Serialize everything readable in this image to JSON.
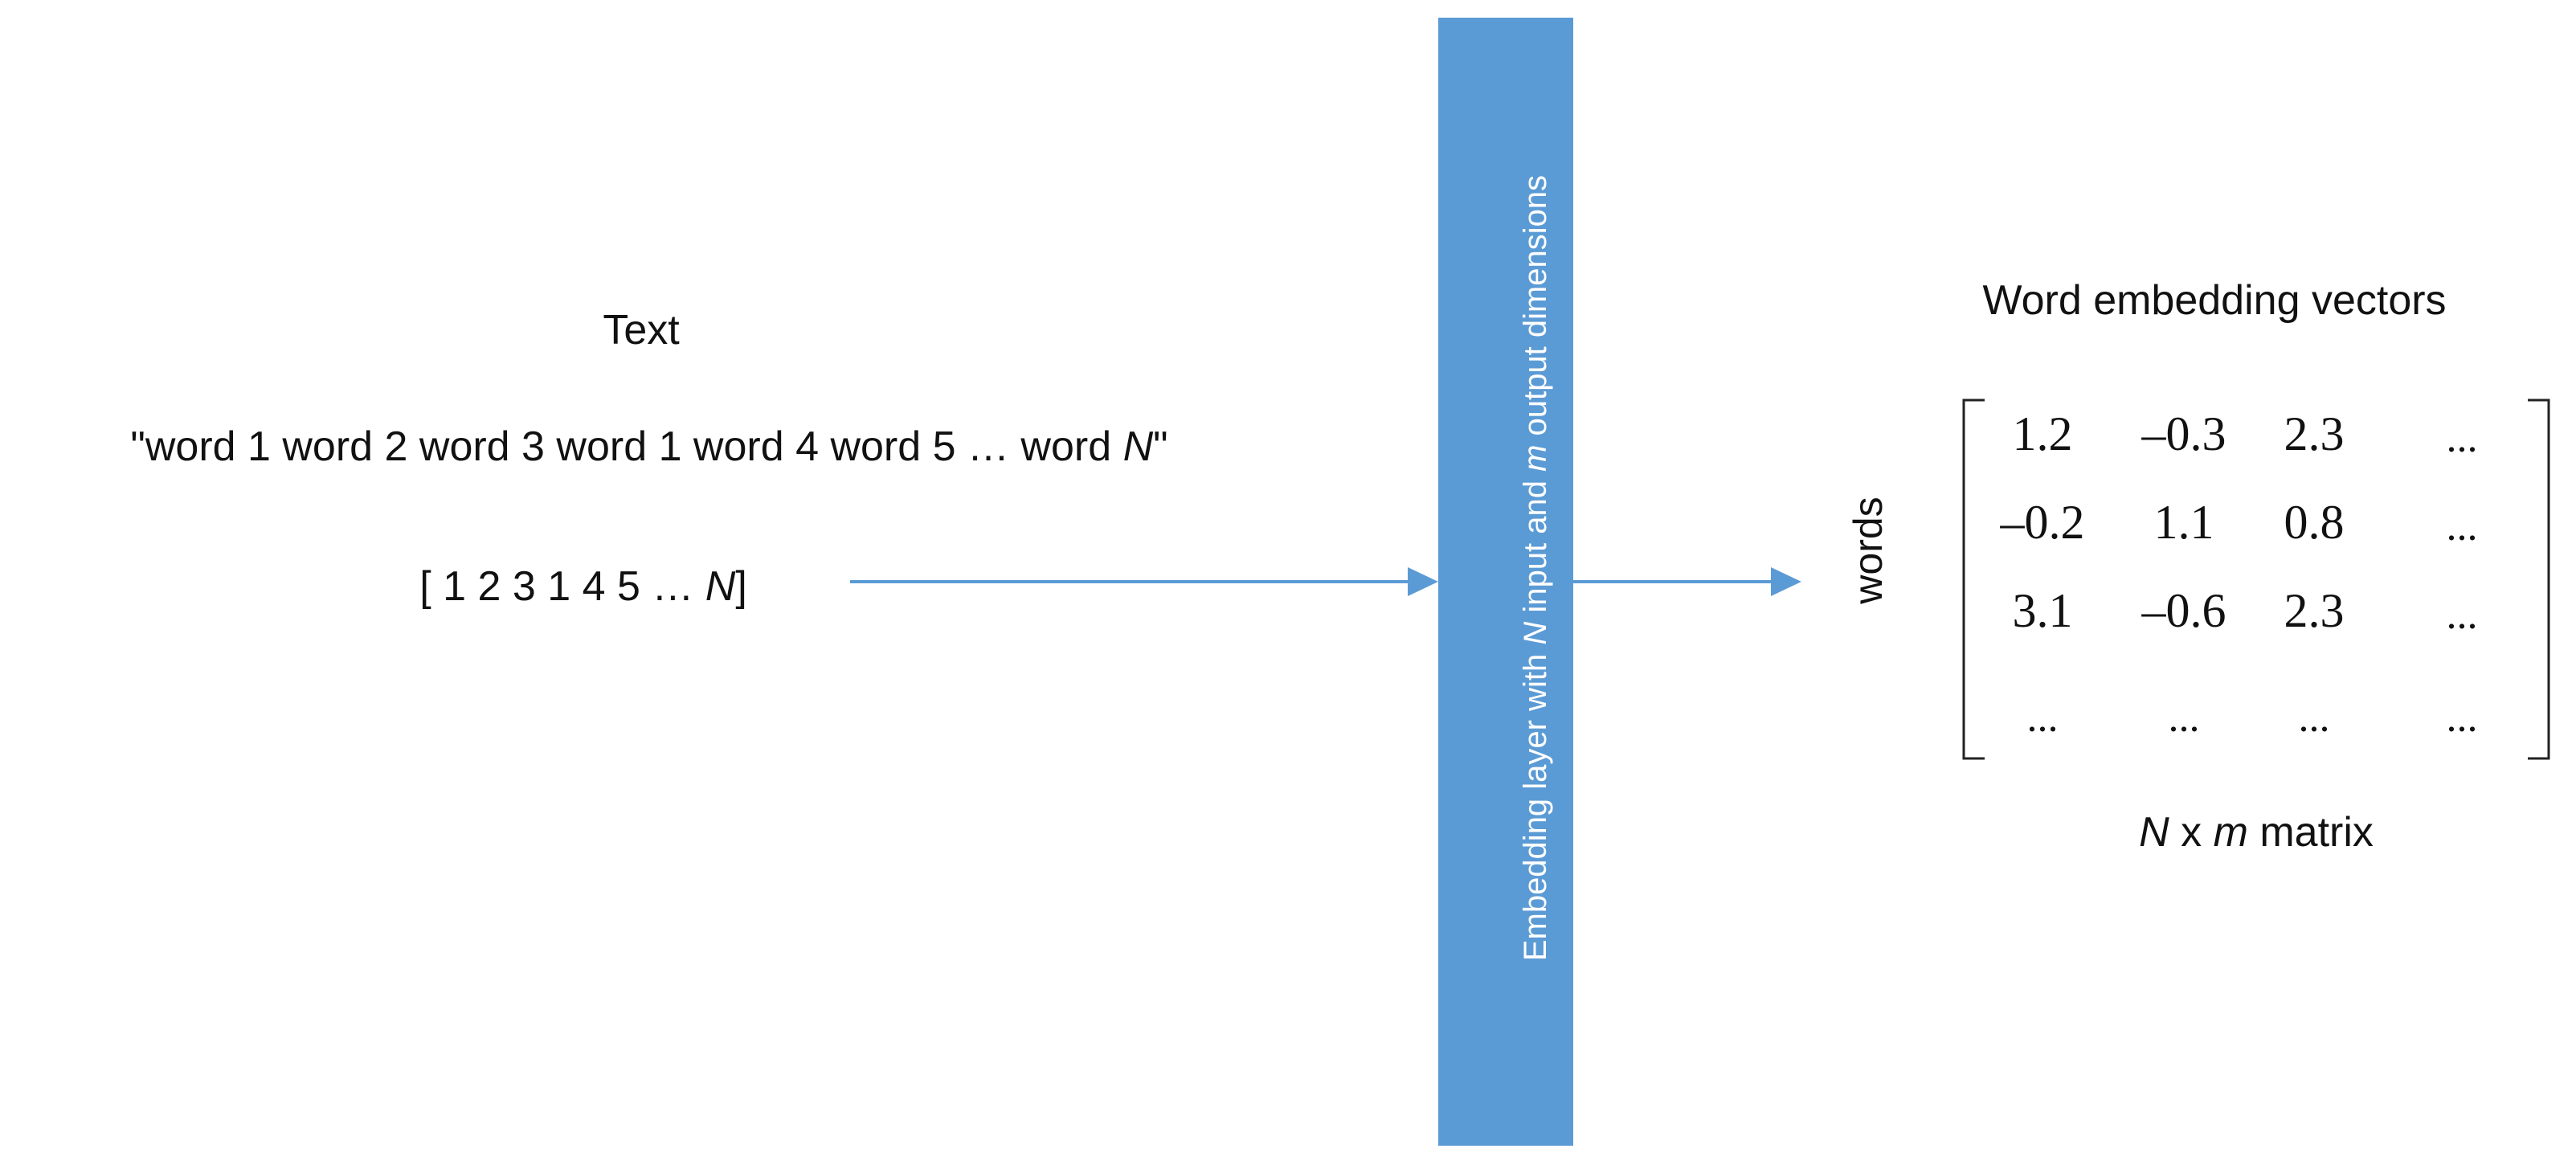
{
  "text_section": {
    "heading": "Text",
    "sentence_prefix": "\"word 1 word 2 word 3 word 1 word 4 word 5 … word ",
    "sentence_var": "N",
    "sentence_suffix": "\"",
    "indices_prefix": "[ 1 2 3 1 4 5 … ",
    "indices_var": "N",
    "indices_suffix": "]"
  },
  "embedding_layer": {
    "label_part1": "Embedding layer with ",
    "label_var1": "N",
    "label_part2": " input and ",
    "label_var2": "m",
    "label_part3": " output dimensions",
    "color": "#5b9bd5"
  },
  "output_section": {
    "heading": "Word embedding vectors",
    "row_axis_label": "words",
    "matrix": [
      [
        "1.2",
        "–0.3",
        "2.3",
        "..."
      ],
      [
        "–0.2",
        "1.1",
        "0.8",
        "..."
      ],
      [
        "3.1",
        "–0.6",
        "2.3",
        "..."
      ],
      [
        "...",
        "...",
        "...",
        "..."
      ]
    ],
    "caption_var1": "N",
    "caption_mid": " x ",
    "caption_var2": "m",
    "caption_suffix": " matrix"
  },
  "arrow_color": "#5b9bd5"
}
